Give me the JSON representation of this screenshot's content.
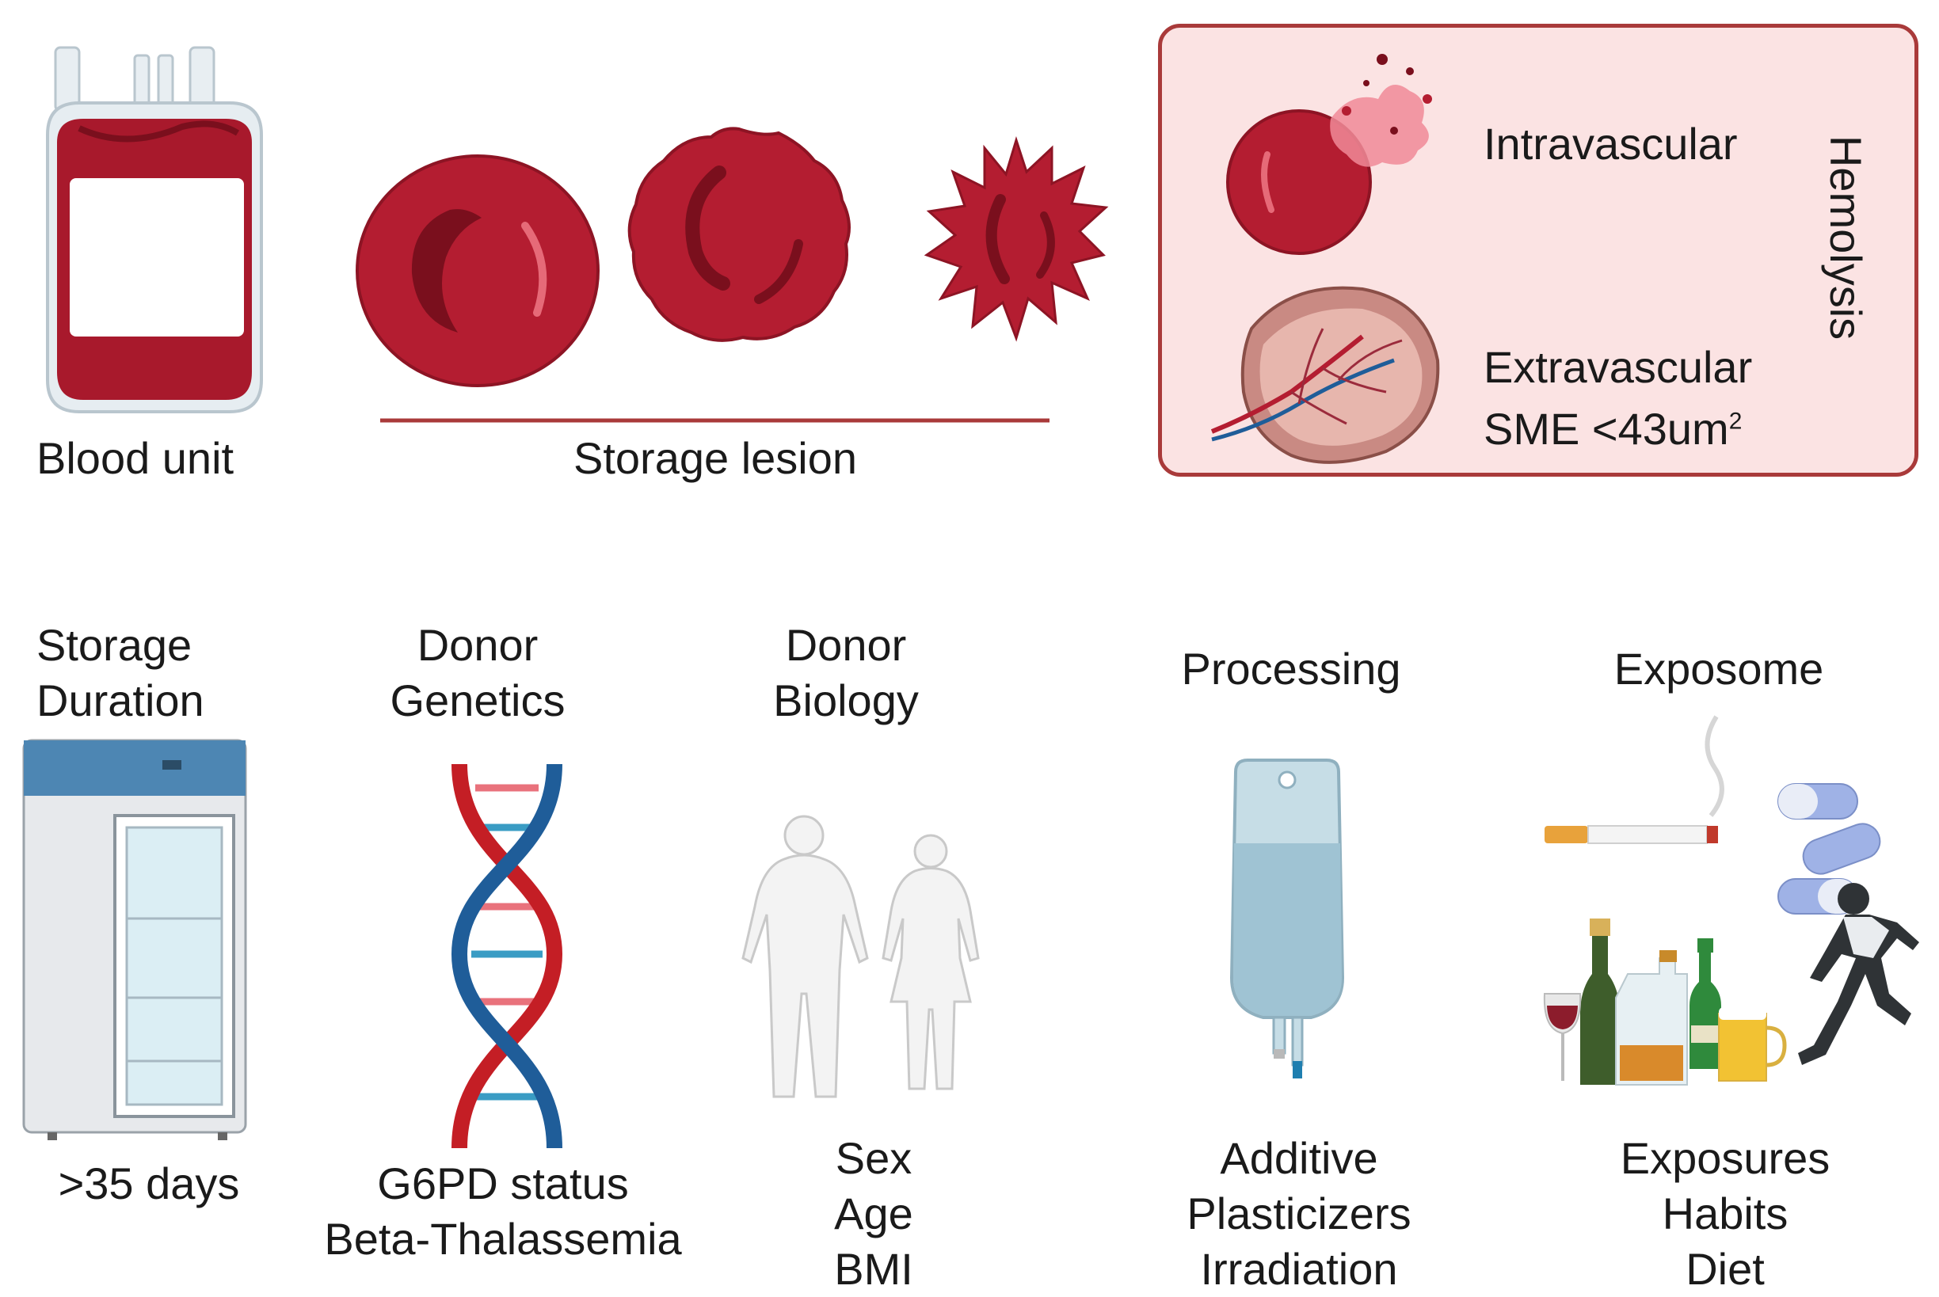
{
  "top": {
    "blood_unit_label": "Blood unit",
    "storage_lesion_label": "Storage lesion",
    "hemolysis": {
      "title": "Hemolysis",
      "intravascular": "Intravascular",
      "extravascular": "Extravascular",
      "sme_prefix": "SME <43um",
      "sme_sup": "2"
    }
  },
  "factors": [
    {
      "title": [
        "Storage",
        "Duration"
      ],
      "details": [
        ">35 days"
      ],
      "icon": "refrigerator-icon"
    },
    {
      "title": [
        "Donor",
        "Genetics"
      ],
      "details": [
        "G6PD status",
        "Beta-Thalassemia"
      ],
      "icon": "dna-icon"
    },
    {
      "title": [
        "Donor",
        "Biology"
      ],
      "details": [
        "Sex",
        "Age",
        "BMI"
      ],
      "icon": "human-body-icon"
    },
    {
      "title": [
        "Processing"
      ],
      "details": [
        "Additive",
        "Plasticizers",
        "Irradiation"
      ],
      "icon": "iv-bag-icon"
    },
    {
      "title": [
        "Exposome"
      ],
      "details": [
        "Exposures",
        "Habits",
        "Diet"
      ],
      "icon": "exposome-icon"
    }
  ],
  "colors": {
    "blood": "#a8192c",
    "blood_dark": "#7a0f1d",
    "box_fill": "#fbe3e3",
    "box_border": "#a93a3a",
    "dna_red": "#c41e25",
    "dna_blue": "#1f5d99"
  }
}
